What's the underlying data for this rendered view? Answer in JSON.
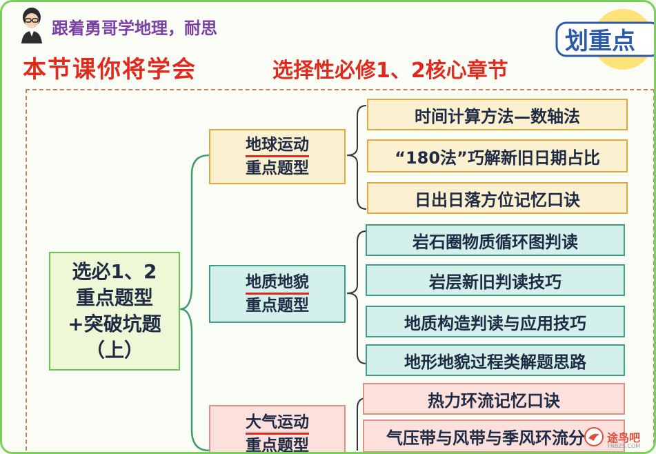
{
  "header": {
    "intro_text": "跟着勇哥学地理，耐思",
    "main_title": "本节课你将学会",
    "sub_title": "选择性必修1、2核心章节",
    "stamp_text": "划重点"
  },
  "root": {
    "lines": [
      "选必1、2",
      "重点题型",
      "+突破坑题",
      "（上）"
    ]
  },
  "categories": [
    {
      "line1": "地球运动",
      "line2": "重点题型",
      "color": "#fbf0cf",
      "items": [
        "时间计算方法—数轴法",
        "“180法”巧解新旧日期占比",
        "日出日落方位记忆口诀"
      ]
    },
    {
      "line1": "地质地貌",
      "line2": "重点题型",
      "color": "#d3f0ea",
      "items": [
        "岩石圈物质循环图判读",
        "岩层新旧判读技巧",
        "地质构造判读与应用技巧",
        "地形地貌过程类解题思路"
      ]
    },
    {
      "line1": "大气运动",
      "line2": "重点题型",
      "color": "#fce0dc",
      "items": [
        "热力环流记忆口诀",
        "气压带与风带与季风环流分布"
      ]
    }
  ],
  "watermark": {
    "text": "途鸟吧",
    "url_text": "TNBZS.COM"
  },
  "colors": {
    "title_red": "#e02a1e",
    "intro_purple": "#7b3fa6",
    "frame_green": "#7ccf5c",
    "bracket_green": "#3f9c6a"
  }
}
